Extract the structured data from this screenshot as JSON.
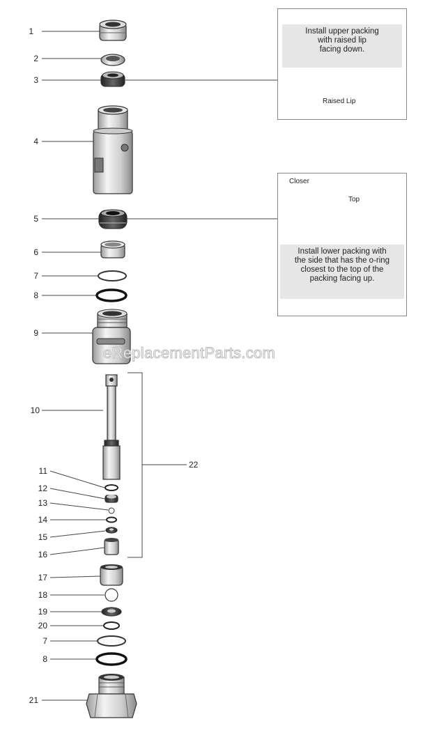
{
  "callouts": [
    "1",
    "2",
    "3",
    "4",
    "5",
    "6",
    "7",
    "8",
    "9",
    "10",
    "11",
    "12",
    "13",
    "14",
    "15",
    "16",
    "17",
    "18",
    "19",
    "20",
    "7",
    "8",
    "21",
    "22"
  ],
  "upper_note": {
    "text": "Install upper packing\nwith raised lip\nfacing down.",
    "caption": "Raised Lip"
  },
  "lower_note": {
    "label_closer": "Closer",
    "label_top": "Top",
    "text": "Install lower packing with\nthe side that has the o-ring\nclosest to the top of the\npacking facing up."
  },
  "watermark": "eReplacementParts.com"
}
